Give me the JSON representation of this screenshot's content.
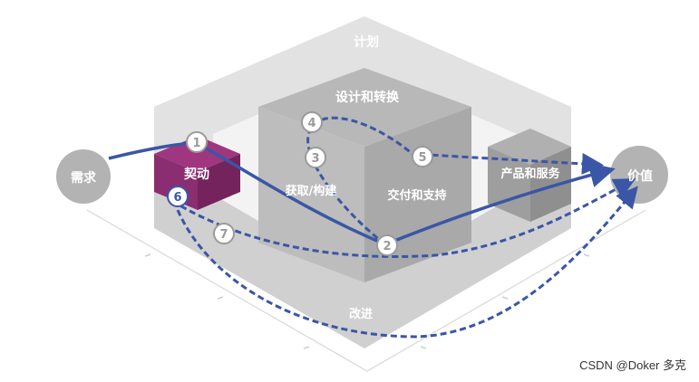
{
  "diagram": {
    "plan": "计划",
    "design_transition": "设计和转换",
    "obtain_build": "获取/构建",
    "deliver_support": "交付和支持",
    "products_services": "产品和服务",
    "improve": "改进",
    "demand": "需求",
    "engage": "契动",
    "value": "价值",
    "steps": [
      "1",
      "2",
      "3",
      "4",
      "5",
      "6",
      "7"
    ]
  },
  "watermark": "CSDN @Doker 多克",
  "colors": {
    "engage": "#8b2d71",
    "flow": "#3a56a6",
    "gray_dark": "#a0a0a0",
    "gray_light": "#dcdcdc"
  }
}
